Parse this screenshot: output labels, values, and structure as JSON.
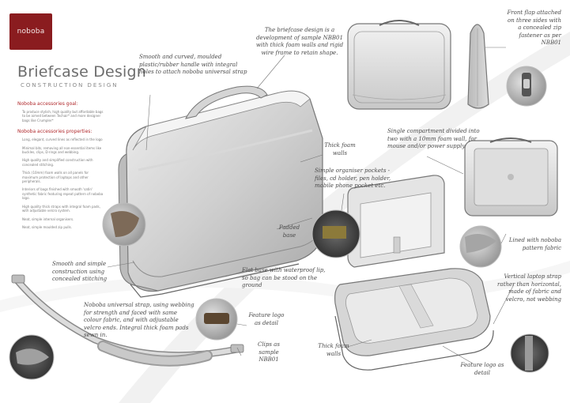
{
  "brand": {
    "name": "noboba"
  },
  "header": {
    "title": "Briefcase Design",
    "subtitle": "CONSTRUCTION DESIGN"
  },
  "colors": {
    "brand_red": "#8a1c1f",
    "accent_red": "#b0282b",
    "sketch_grey": "#bdbdbd"
  },
  "goal": {
    "heading": "Noboba accessories goal:",
    "text": "To produce stylish, high quality but affordable bags to be aimed between Techair* and more designer bags like Crumpler*"
  },
  "properties": {
    "heading": "Noboba accessories properties:",
    "items": [
      "Long, elegant, curved lines as reflected in the logo",
      "Minimal bits, removing all non-essential items like buckles, clips, D-rings and webbing.",
      "High quality and simplified construction with concealed stitching.",
      "Thick (10mm) foam walls on all panels for maximum protection of laptops and other peripherals.",
      "Interiors of bags finished with smooth 'satin' synthetic fabric featuring repeat pattern of noboba logo.",
      "High quality thick straps with integral foam pads, with adjustable velcro system.",
      "Neat, simple internal organisers.",
      "Neat, simple moulded zip pulls."
    ]
  },
  "annotations": {
    "handle": "Smooth and curved, moulded plastic/rubber handle with integral holes to attach noboba universal strap",
    "development": "The briefcase design is a development of sample NBB01 with thick foam walls and rigid wire frame to retain shape.",
    "front_flap": "Front flap attached on three sides with a concealed zip fastener as per NBB01",
    "single_compartment": "Single compartment divided into two with a 10mm foam wall, for mouse and/or power supply",
    "thick_foam_top": "Thick foam walls",
    "organiser": "Simple organiser pockets - files, cd holder, pen holder, mobile phone pocket etc.",
    "padded_base": "Padded base",
    "lined": "Lined with noboba pattern fabric",
    "stitching": "Smooth and simple construction using concealed stitching",
    "flat_base": "Flat base with waterproof lip, so bag can be stood on the ground",
    "vertical_strap": "Vertical laptop strap rather than horizontal, made of fabric and velcro, not webbing",
    "universal_strap": "Noboba universal strap, using webbing for strength and faced with same colour fabric, and with adjustable velcro ends. Integral thick foam pads sewn in.",
    "feature_logo_top": "Feature logo as detail",
    "clips": "Clips as sample NBB01",
    "thick_foam_bottom": "Thick foam walls",
    "feature_logo_bottom": "Feature logo as detail"
  }
}
